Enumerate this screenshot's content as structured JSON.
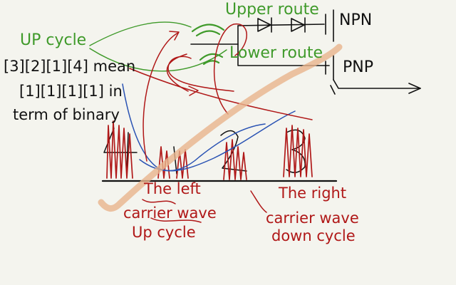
{
  "labels": {
    "upper_route": "Upper route",
    "lower_route": "Lower route",
    "npn": "NPN",
    "pnp": "PNP",
    "up_cycle": "UP cycle",
    "note_line1": "[3][2][1][4] mean",
    "note_line2": "[1][1][1][1] in",
    "note_line3": "term of binary",
    "left_line1": "The left",
    "left_line2": "carrier wave",
    "left_line3": "Up cycle",
    "right_line1": "The right",
    "right_line2": "carrier wave",
    "right_line3": "down cycle"
  },
  "colors": {
    "background": "#f4f4ee",
    "ink_black": "#111111",
    "ink_green": "#3f9a2a",
    "ink_red": "#b01818",
    "ink_blue": "#2952b3",
    "highlighter": "#e8b48c"
  }
}
